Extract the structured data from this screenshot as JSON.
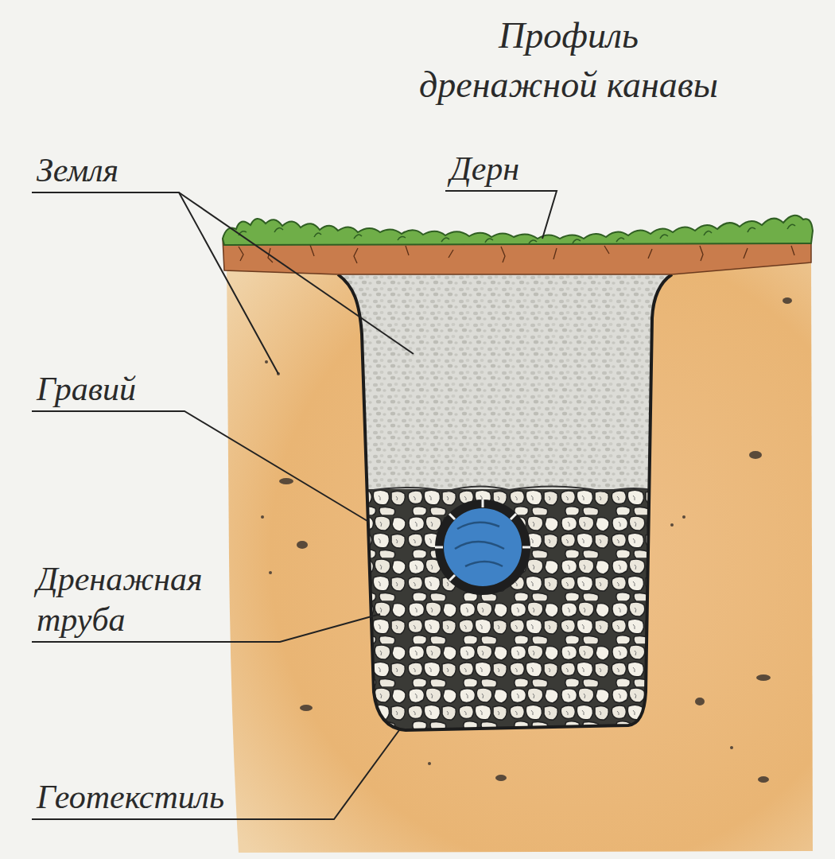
{
  "diagram": {
    "title": "Профиль дренажной канавы",
    "labels": [
      "Земля",
      "Дерн",
      "Гравий",
      "Дренажная труба",
      "Геотекстиль"
    ]
  }
}
